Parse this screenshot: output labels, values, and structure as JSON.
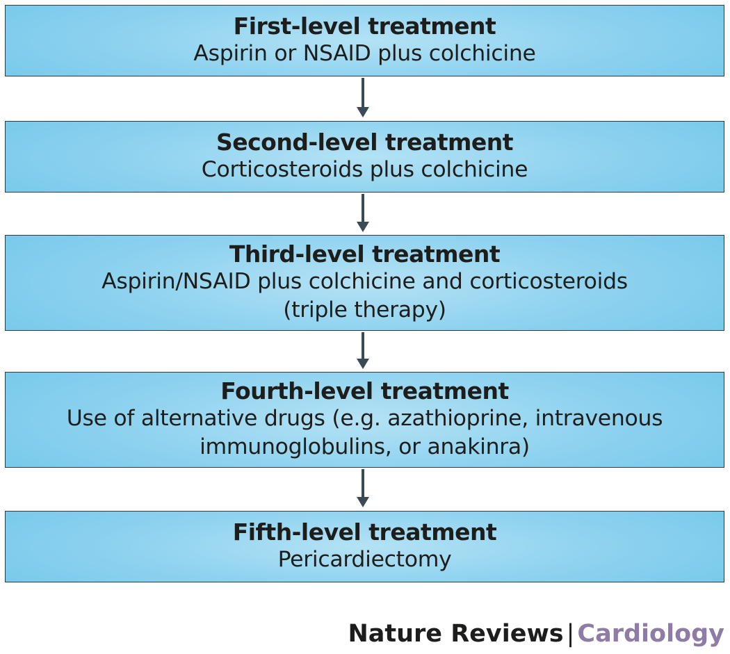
{
  "flow": {
    "steps": [
      {
        "title": "First-level treatment",
        "lines": [
          "Aspirin or NSAID plus colchicine"
        ]
      },
      {
        "title": "Second-level treatment",
        "lines": [
          "Corticosteroids plus colchicine"
        ]
      },
      {
        "title": "Third-level treatment",
        "lines": [
          "Aspirin/NSAID plus colchicine and corticosteroids",
          "(triple therapy)"
        ]
      },
      {
        "title": "Fourth-level treatment",
        "lines": [
          "Use of alternative drugs (e.g. azathioprine, intravenous",
          "immunoglobulins, or anakinra)"
        ]
      },
      {
        "title": "Fifth-level treatment",
        "lines": [
          "Pericardiectomy"
        ]
      }
    ]
  },
  "footer": {
    "brand": "Nature Reviews",
    "separator": "|",
    "journal": "Cardiology"
  },
  "colors": {
    "box_fill": "#8ed2ef",
    "box_border": "#2b3a44",
    "arrow": "#3b4a54",
    "journal_accent": "#8e7ba6"
  }
}
